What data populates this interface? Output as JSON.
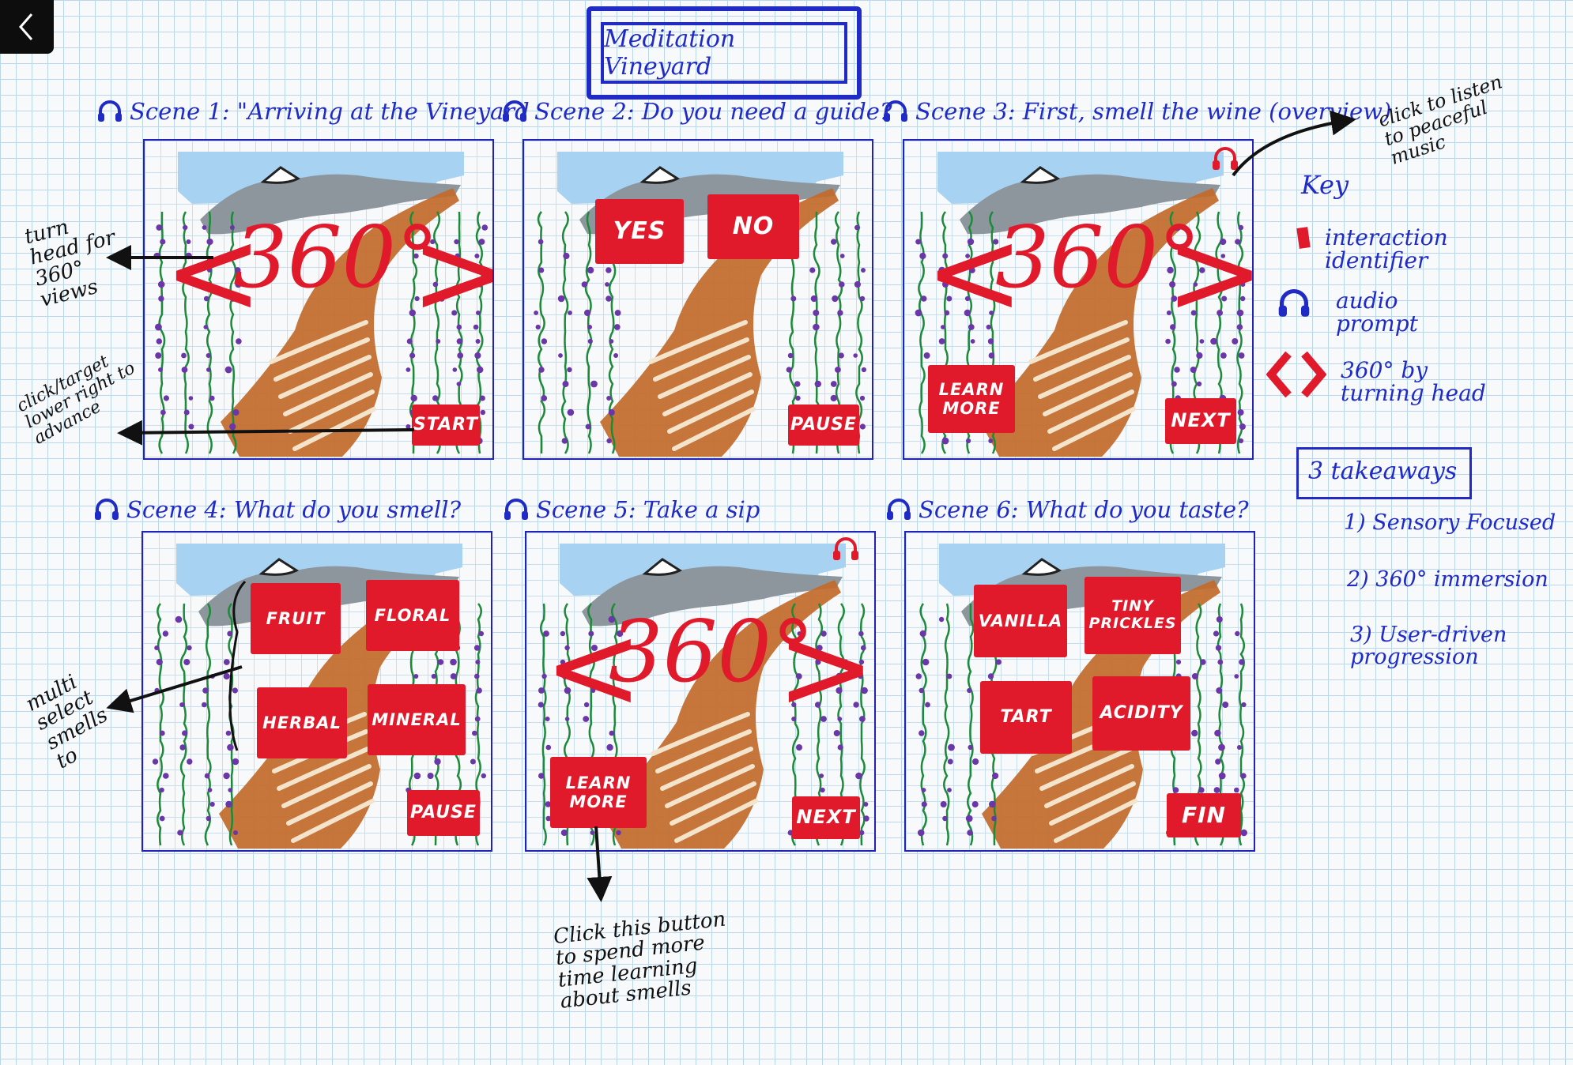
{
  "title": "Meditation Vineyard",
  "scenes": [
    {
      "caption": "Scene 1: \"Arriving at the Vineyard",
      "buttons": [
        "START"
      ],
      "has360": true
    },
    {
      "caption": "Scene 2: Do you need a guide?",
      "buttons": [
        "YES",
        "NO",
        "PAUSE"
      ],
      "has360": false
    },
    {
      "caption": "Scene 3: First, smell the wine (overview)",
      "buttons": [
        "LEARN MORE",
        "NEXT"
      ],
      "has360": true
    },
    {
      "caption": "Scene 4: What do you smell?",
      "buttons": [
        "FRUIT",
        "FLORAL",
        "HERBAL",
        "MINERAL",
        "PAUSE"
      ],
      "has360": false
    },
    {
      "caption": "Scene 5: Take a sip",
      "buttons": [
        "LEARN MORE",
        "NEXT"
      ],
      "has360": true
    },
    {
      "caption": "Scene 6: What do you taste?",
      "buttons": [
        "VANILLA",
        "TINY PRICKLES",
        "TART",
        "ACIDITY",
        "FIN"
      ],
      "has360": false
    }
  ],
  "deg_label": "360°",
  "annotations": {
    "turn_head": "turn head for 360° views",
    "click_start": "click/target lower right to advance",
    "click_music": "click to listen to peaceful music",
    "multi_select": "multi select smells to",
    "learn_more_note": "Click this button to spend more time learning about smells"
  },
  "key": {
    "title": "Key",
    "items": [
      "interaction identifier",
      "audio prompt",
      "360° by turning head"
    ]
  },
  "takeaways": {
    "title": "3 takeaways",
    "items": [
      "1) Sensory Focused",
      "2) 360° immersion",
      "3) User-driven progression"
    ]
  },
  "colors": {
    "ink_blue": "#1f2bc4",
    "accent_red": "#e0192b",
    "sky": "#a8d2f2",
    "mountain": "#8e969d",
    "path": "#c26a2a",
    "grape": "#6a36a8",
    "vine": "#1d8a3a"
  }
}
